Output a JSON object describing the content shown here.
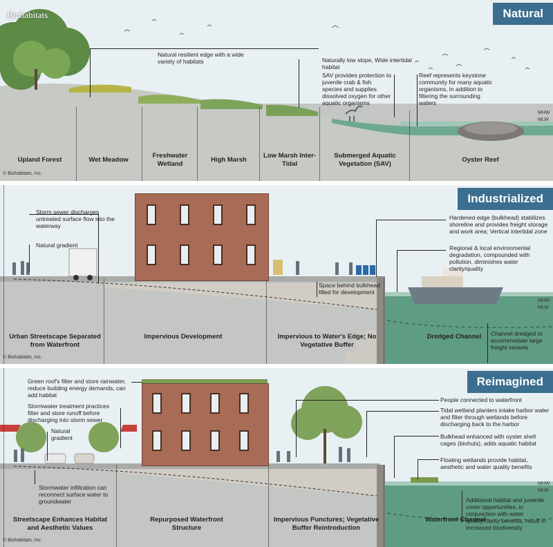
{
  "logo": "Biohabitats",
  "copyright": "© Biohabitats, Inc.",
  "colors": {
    "tag": "#3b6e8f",
    "sky": "#e9f0f4",
    "ground": "#bfc1be",
    "water": "#5f9c84",
    "brick": "#a86b55"
  },
  "panels": [
    {
      "title": "Natural",
      "zones": [
        "Upland Forest",
        "Wet Meadow",
        "Freshwater Wetland",
        "High Marsh",
        "Low Marsh Inter-Tidal",
        "Submerged Aquatic Vegetation (SAV)",
        "Oyster Reef"
      ],
      "notes": [
        "Natural resilient edge with a wide variety of habitats",
        "Naturally low slope, Wide intertidal habitat",
        "SAV provides protection to juvenile crab & fish species and supplies dissolved oxygen for other aquatic organisms",
        "Reef represents keystone community for many aquatic organisms, in addition to filtering the surrounding waters"
      ],
      "tide": [
        "MHW",
        "MLW"
      ]
    },
    {
      "title": "Industrialized",
      "zones": [
        "Urban Streetscape Separated from Waterfront",
        "Impervious Development",
        "Impervious to Water's Edge; No Vegetative Buffer",
        "Dredged Channel"
      ],
      "notes": [
        "Storm sewer discharges untreated surface flow into the waterway",
        "Natural gradient",
        "Space behind bulkhead filled for development",
        "Hardened edge (bulkhead) stabilizes shoreline and provides freight storage and work area; Vertical intertidal zone",
        "Regional & local environmental degradation, compounded with pollution, diminishes water clarity/quality",
        "Channel dredged to accommodate large freight vessels"
      ],
      "tide": [
        "MHW",
        "MLW"
      ]
    },
    {
      "title": "Reimagined",
      "zones": [
        "Streetscape Enhances Habitat and Aesthetic Values",
        "Repurposed Waterfront Structure",
        "Impervious Punctures; Vegetative Buffer Reintroduction",
        "Waterfront Channel"
      ],
      "notes": [
        "Green roof's filter and store rainwater, reduce building energy demands, can add habitat",
        "Stormwater treatment practices filter and store runoff before discharging into storm sewer",
        "Natural gradient",
        "Stormwater infiltration can reconnect surface water to groundwater",
        "People connected to waterfront",
        "Tidal wetland planters intake harbor water and filter through wetlands before discharging back to the harbor",
        "Bulkhead enhanced with oyster shell cages (biohuts), adds aquatic habitat",
        "Floating wetlands provide habitat, aesthetic and water quality benefits",
        "Additional habitat and juvenile cover opportunities, in conjunction with water quality/clarity benefits, result in increased biodiversity"
      ],
      "tide": [
        "MHW",
        "MLW"
      ]
    }
  ]
}
